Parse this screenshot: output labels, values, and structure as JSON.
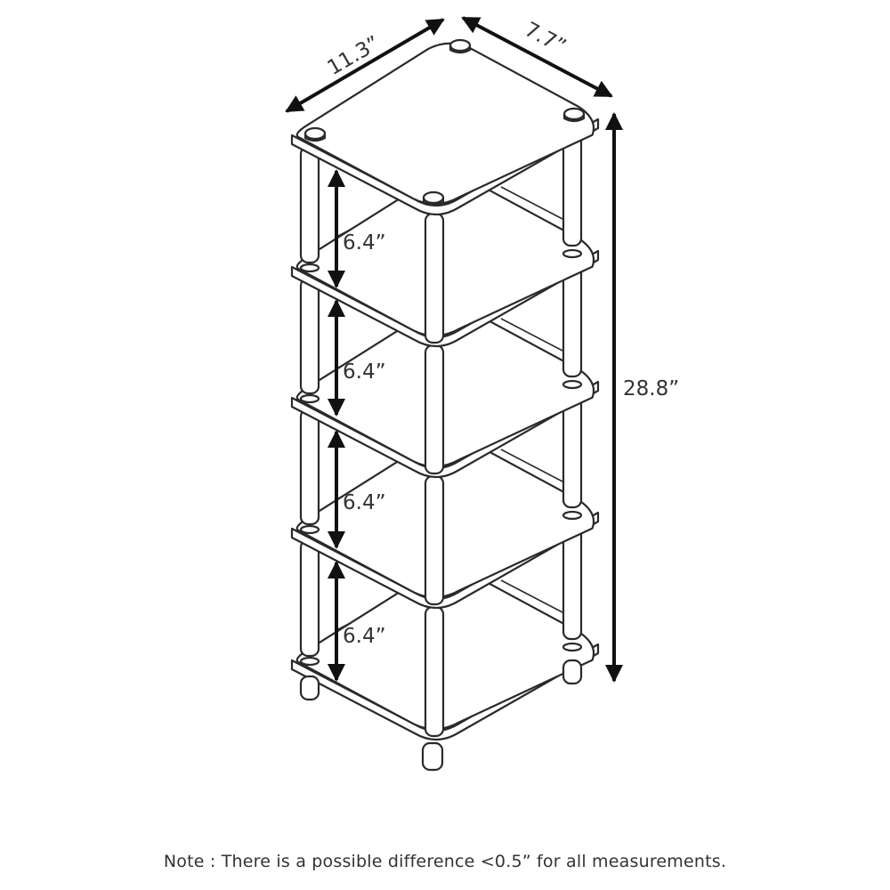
{
  "dimensions": {
    "width_top": "11.3”",
    "depth_top": "7.7”",
    "height_total": "28.8”",
    "shelf_gaps": [
      "6.4”",
      "6.4”",
      "6.4”",
      "6.4”"
    ]
  },
  "note": "Note : There is a possible difference <0.5” for all measurements.",
  "colors": {
    "line": "#2a2a2a",
    "arrow": "#111111",
    "fill": "#ffffff"
  }
}
